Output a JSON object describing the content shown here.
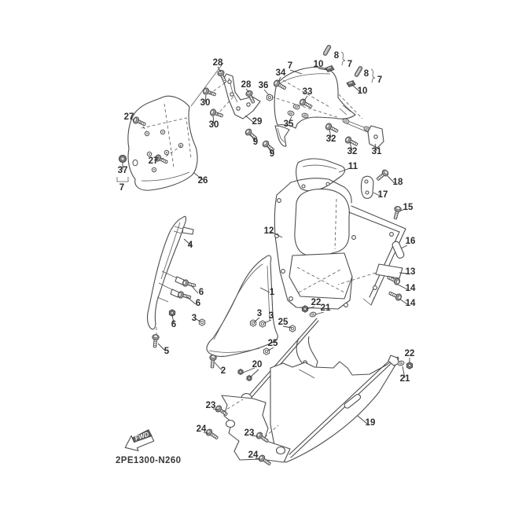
{
  "diagram": {
    "kind": "exploded-parts-diagram",
    "subject": "windshield-and-leg-shield-assembly",
    "background": "#ffffff",
    "line_color": "#4d4d4d",
    "label_color": "#2d2d2d"
  },
  "callouts": [
    "28",
    "7",
    "34",
    "10",
    "8",
    "7",
    "8",
    "7",
    "28",
    "36",
    "33",
    "10",
    "30",
    "27",
    "30",
    "29",
    "35",
    "32",
    "9",
    "32",
    "31",
    "9",
    "27",
    "37",
    "26",
    "7",
    "11",
    "18",
    "17",
    "15",
    "12",
    "16",
    "4",
    "13",
    "14",
    "1",
    "6",
    "14",
    "6",
    "22",
    "21",
    "3",
    "3",
    "3",
    "25",
    "6",
    "25",
    "5",
    "22",
    "2",
    "20",
    "21",
    "23",
    "19",
    "24",
    "23",
    "24"
  ],
  "footer": {
    "code": "2PE1300-N260",
    "fwd_label": "FWD"
  }
}
